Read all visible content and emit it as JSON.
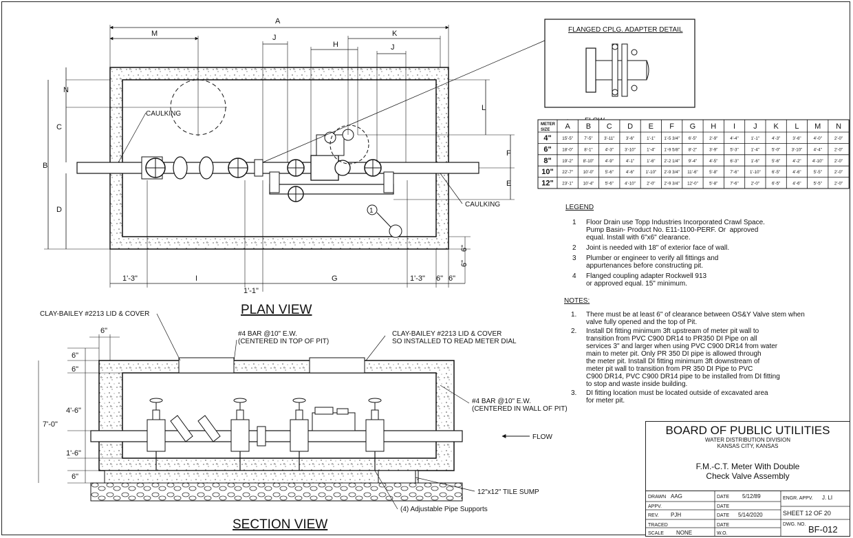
{
  "plan": {
    "title": "PLAN VIEW",
    "dims": {
      "A": "A",
      "M": "M",
      "J1": "J",
      "H": "H",
      "K": "K",
      "J2": "J",
      "L": "L",
      "N": "N",
      "C": "C",
      "B": "B",
      "D": "D",
      "F": "F",
      "E": "E"
    },
    "bottom_dims": {
      "a": "1'-3\"",
      "i": "I",
      "g": "G",
      "b": "1'-3\"",
      "c": "6\"",
      "d": "6\"",
      "e": "6\"",
      "f": "6\"",
      "mid": "1'-1\""
    },
    "caulking_left": "CAULKING",
    "caulking_right": "CAULKING",
    "callout": "1"
  },
  "detail": {
    "title": "FLANGED CPLG. ADAPTER DETAIL"
  },
  "flow_top": "FLOW",
  "table": {
    "header_label": [
      "METER",
      "SIZE"
    ],
    "columns": [
      "A",
      "B",
      "C",
      "D",
      "E",
      "F",
      "G",
      "H",
      "I",
      "J",
      "K",
      "L",
      "M",
      "N"
    ],
    "rows": [
      {
        "size": "4\"",
        "cells": [
          "15'-5\"",
          "7'-5\"",
          "3'-11\"",
          "3'-6\"",
          "1'-1\"",
          "1'-5 3/4\"",
          "6'-5\"",
          "2'-9\"",
          "4'-4\"",
          "1'-1\"",
          "4'-3\"",
          "3'-6\"",
          "4'-0\"",
          "2'-0\""
        ]
      },
      {
        "size": "6\"",
        "cells": [
          "18'-0\"",
          "8'-1\"",
          "4'-3\"",
          "3'-10\"",
          "1'-4\"",
          "1'-9 5/8\"",
          "8'-2\"",
          "3'-9\"",
          "5'-3\"",
          "1'-4\"",
          "5'-0\"",
          "3'-10\"",
          "4'-4\"",
          "2'-0\""
        ]
      },
      {
        "size": "8\"",
        "cells": [
          "19'-2\"",
          "8'-10\"",
          "4'-9\"",
          "4'-1\"",
          "1'-6\"",
          "2'-2 1/4\"",
          "9'-4\"",
          "4'-5\"",
          "6'-3\"",
          "1'-6\"",
          "5'-6\"",
          "4'-2\"",
          "4'-10\"",
          "2'-0\""
        ]
      },
      {
        "size": "10\"",
        "cells": [
          "22'-7\"",
          "10'-0\"",
          "5'-6\"",
          "4'-6\"",
          "1'-10\"",
          "2'-9 3/4\"",
          "11'-6\"",
          "5'-8\"",
          "7'-6\"",
          "1'-10\"",
          "6'-5\"",
          "4'-6\"",
          "5'-5\"",
          "2'-0\""
        ]
      },
      {
        "size": "12\"",
        "cells": [
          "23'-1\"",
          "10'-4\"",
          "5'-6\"",
          "4'-10\"",
          "2'-0\"",
          "2'-9 3/4\"",
          "12'-0\"",
          "5'-8\"",
          "7'-6\"",
          "2'-0\"",
          "6'-5\"",
          "4'-6\"",
          "5'-5\"",
          "2'-0\""
        ]
      }
    ]
  },
  "legend": {
    "title": "LEGEND",
    "items": [
      {
        "num": "1",
        "text": "Floor Drain use Topp Industries Incorporated Crawl Space.\nPump Basin- Product No. E11-1100-PERF. Or  approved\nequal. Install with 6\"x6\" clearance."
      },
      {
        "num": "2",
        "text": "Joint is needed with 18\" of exterior face of wall."
      },
      {
        "num": "3",
        "text": "Plumber or engineer to verify all fittings and\nappurtenances before constructing pit."
      },
      {
        "num": "4",
        "text": "Flanged coupling adapter Rockwell 913\nor approved equal. 15\" minimum."
      }
    ]
  },
  "notes": {
    "title": "NOTES:",
    "items": [
      {
        "num": "1.",
        "text": "There must be at least 6\" of clearance between OS&Y Valve stem when\nvalve fully opened and the top of Pit."
      },
      {
        "num": "2.",
        "text": "Install DI fitting minimum 3ft upstream of meter pit wall to\ntransition from PVC C900 DR14 to PR350 DI Pipe on all\nservices 3\" and larger when using PVC C900 DR14 from water\nmain to meter pit. Only PR 350 DI pipe is allowed through\nthe meter pit. Install DI fitting minimum 3ft downstream of\nmeter pit wall to transition from PR 350 DI Pipe to PVC\nC900 DR14, PVC C900 DR14 pipe to be installed from DI fitting\nto stop and waste inside building."
      },
      {
        "num": "3.",
        "text": "DI fitting location must be located outside of excavated area\nfor meter pit."
      }
    ]
  },
  "section": {
    "title": "SECTION VIEW",
    "lid_left": "CLAY-BAILEY #2213 LID & COVER",
    "bar_top": "#4 BAR @10\" E.W.\n(CENTERED IN TOP OF PIT)",
    "lid_right": "CLAY-BAILEY #2213 LID & COVER\nSO INSTALLED TO READ METER DIAL",
    "bar_wall": "#4 BAR @10\" E.W.\n(CENTERED IN WALL OF PIT)",
    "flow": "FLOW",
    "sump": "12\"x12\" TILE SUMP",
    "supports": "(4) Adjustable Pipe Supports",
    "dims": {
      "top6": "6\"",
      "d1": "6\"",
      "d2": "6\"",
      "d3": "4'-6\"",
      "d4": "1'-6\"",
      "d5": "6\"",
      "total": "7'-0\""
    }
  },
  "title_block": {
    "org": "BOARD OF PUBLIC UTILITIES",
    "division": "WATER DISTRIBUTION DIVISION",
    "city": "KANSAS CITY, KANSAS",
    "drawing_title": "F.M.-C.T. Meter With Double\nCheck Valve Assembly",
    "drawn_label": "DRAWN",
    "drawn_value": "AAG",
    "appv_label": "APPV.",
    "rev_label": "REV.",
    "rev_value": "PJH",
    "traced_label": "TRACED",
    "scale_label": "SCALE",
    "scale_value": "NONE",
    "date_label": "DATE",
    "date1": "5/12/89",
    "date2": "5/14/2020",
    "wo_label": "W.O.",
    "engr_label": "ENGR. APPV.",
    "engr_value": "J. LI",
    "sheet": "SHEET 12 OF 20",
    "dwg_label": "DWG. NO.",
    "dwg_value": "BF-012"
  }
}
